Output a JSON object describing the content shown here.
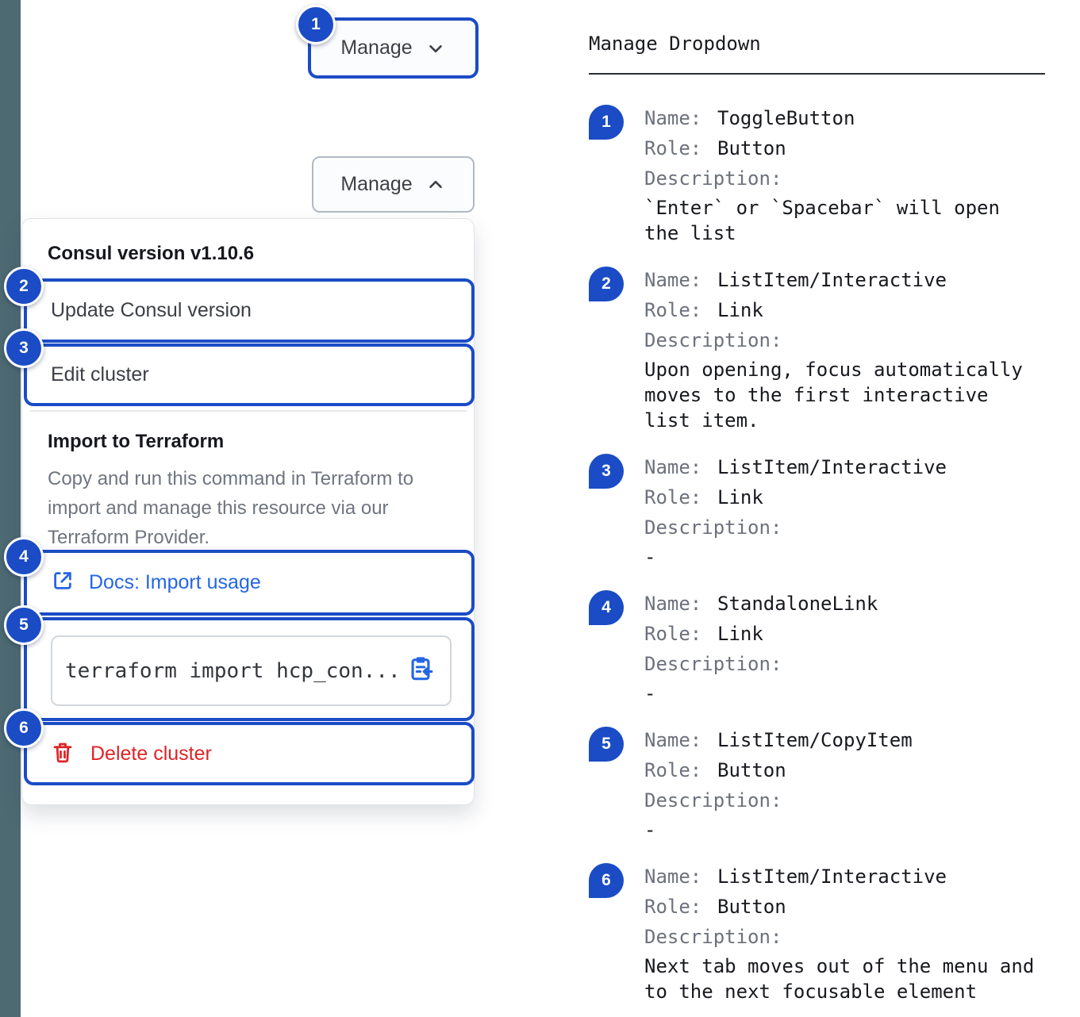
{
  "colors": {
    "accent_blue": "#1b4cc5",
    "link_blue": "#2565e6",
    "danger_red": "#dd2428",
    "side_strip": "#4d6a73"
  },
  "left": {
    "toggle_collapsed": {
      "label": "Manage"
    },
    "toggle_expanded": {
      "label": "Manage"
    },
    "menu": {
      "version_heading": "Consul version v1.10.6",
      "items": [
        {
          "label": "Update Consul version"
        },
        {
          "label": "Edit cluster"
        }
      ],
      "import_section": {
        "heading": "Import to Terraform",
        "description": "Copy and run this command in Terraform to import and manage this resource via our Terraform Provider.",
        "docs_link_label": "Docs: Import usage",
        "command": "terraform import hcp_con...",
        "delete_label": "Delete cluster"
      }
    },
    "badges": [
      "1",
      "2",
      "3",
      "4",
      "5",
      "6"
    ]
  },
  "right": {
    "title": "Manage Dropdown",
    "labels": {
      "name": "Name:",
      "role": "Role:",
      "description": "Description:"
    },
    "items": [
      {
        "num": "1",
        "name": "ToggleButton",
        "role": "Button",
        "description": "`Enter` or `Spacebar` will open the list"
      },
      {
        "num": "2",
        "name": "ListItem/Interactive",
        "role": "Link",
        "description": "Upon opening, focus automatically moves to the first interactive list item."
      },
      {
        "num": "3",
        "name": "ListItem/Interactive",
        "role": "Link",
        "description": "-"
      },
      {
        "num": "4",
        "name": "StandaloneLink",
        "role": "Link",
        "description": "-"
      },
      {
        "num": "5",
        "name": "ListItem/CopyItem",
        "role": "Button",
        "description": "-"
      },
      {
        "num": "6",
        "name": "ListItem/Interactive",
        "role": "Button",
        "description": "Next tab moves out of the menu and to the next focusable element"
      }
    ]
  }
}
